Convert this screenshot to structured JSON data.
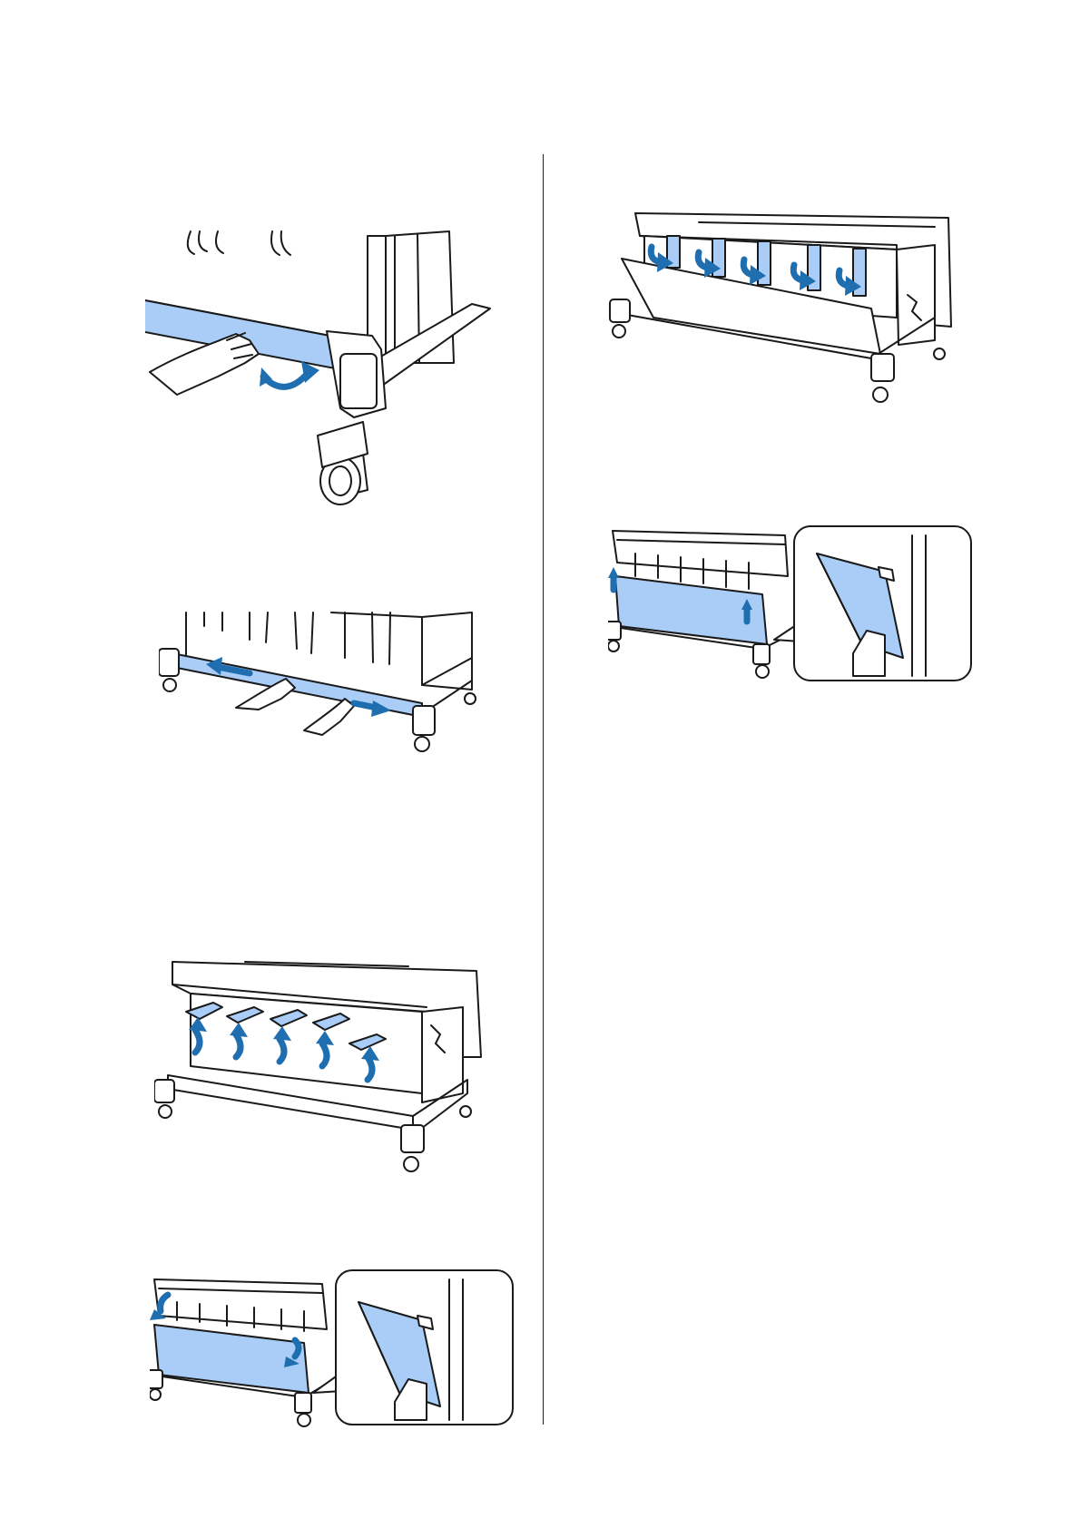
{
  "page": {
    "figures": [
      {
        "id": "fig1",
        "description_icon": "roll-core-insert-illustration"
      },
      {
        "id": "fig2",
        "description_icon": "tension-bar-slide-illustration"
      },
      {
        "id": "fig3",
        "description_icon": "belt-hooks-up-illustration"
      },
      {
        "id": "fig4",
        "description_icon": "basket-front-open-illustration"
      },
      {
        "id": "fig5",
        "description_icon": "belt-hooks-down-illustration"
      },
      {
        "id": "fig6",
        "description_icon": "basket-rear-close-illustration"
      }
    ],
    "colors": {
      "paper_blue": "#a9cdf6",
      "arrow_blue": "#1f6fb0",
      "line": "#1a1a1a"
    }
  }
}
